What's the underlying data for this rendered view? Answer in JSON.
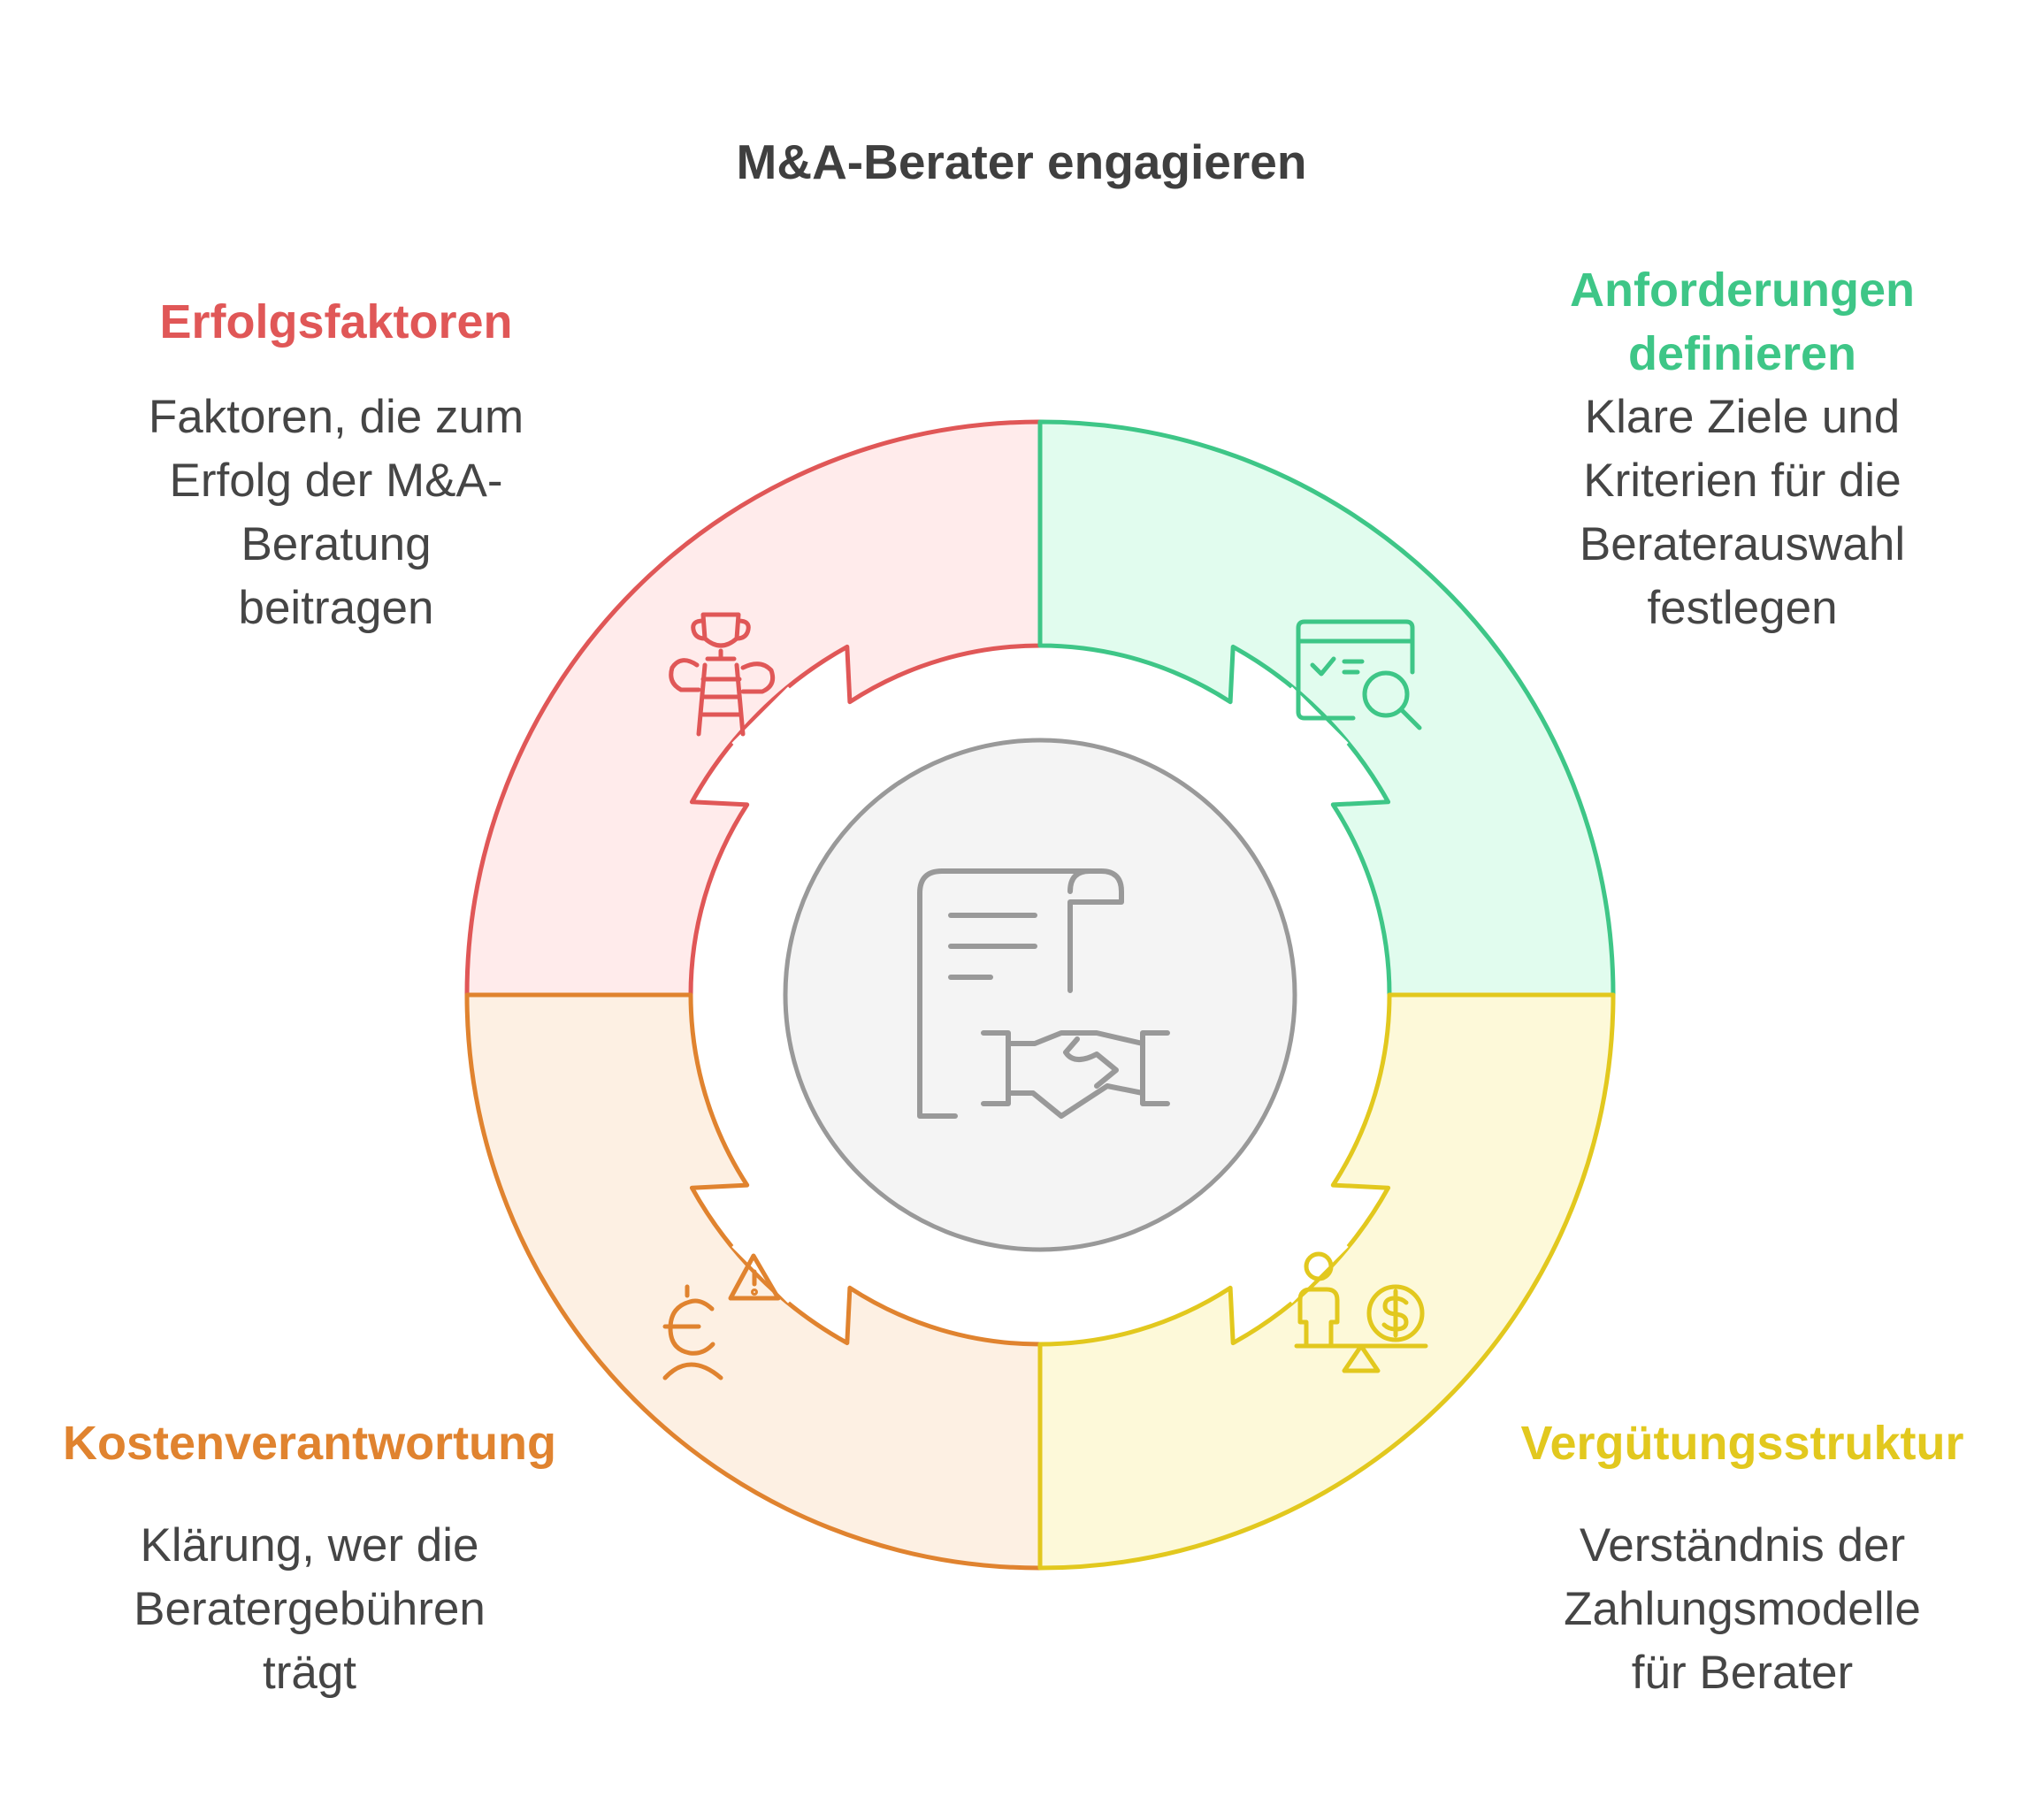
{
  "title": "M&A-Berater engagieren",
  "colors": {
    "red": "#e05757",
    "red_fill": "#ffebeb",
    "green": "#3ec687",
    "green_fill": "#e1fcee",
    "orange": "#e0832f",
    "orange_fill": "#fdf0e3",
    "yellow": "#e2c81e",
    "yellow_fill": "#fdf9d9",
    "center_stroke": "#999999",
    "center_fill": "#f4f4f4"
  },
  "segments": [
    {
      "id": "erfolgsfaktoren",
      "heading": "Erfolgsfaktoren",
      "description_lines": [
        "Faktoren, die zum",
        "Erfolg der M&A-",
        "Beratung",
        "beitragen"
      ],
      "icon": "trophy-ladder-icon"
    },
    {
      "id": "anforderungen",
      "heading_lines": [
        "Anforderungen",
        "definieren"
      ],
      "description_lines": [
        "Klare Ziele und",
        "Kriterien für die",
        "Beraterauswahl",
        "festlegen"
      ],
      "icon": "checklist-search-icon"
    },
    {
      "id": "kostenverantwortung",
      "heading": "Kostenverantwortung",
      "description_lines": [
        "Klärung, wer die",
        "Beratergebühren",
        "trägt"
      ],
      "icon": "euro-person-warning-icon"
    },
    {
      "id": "verguetungsstruktur",
      "heading": "Vergütungsstruktur",
      "description_lines": [
        "Verständnis der",
        "Zahlungsmodelle",
        "für Berater"
      ],
      "icon": "person-dollar-scale-icon"
    }
  ],
  "center": {
    "icon": "contract-handshake-icon"
  }
}
